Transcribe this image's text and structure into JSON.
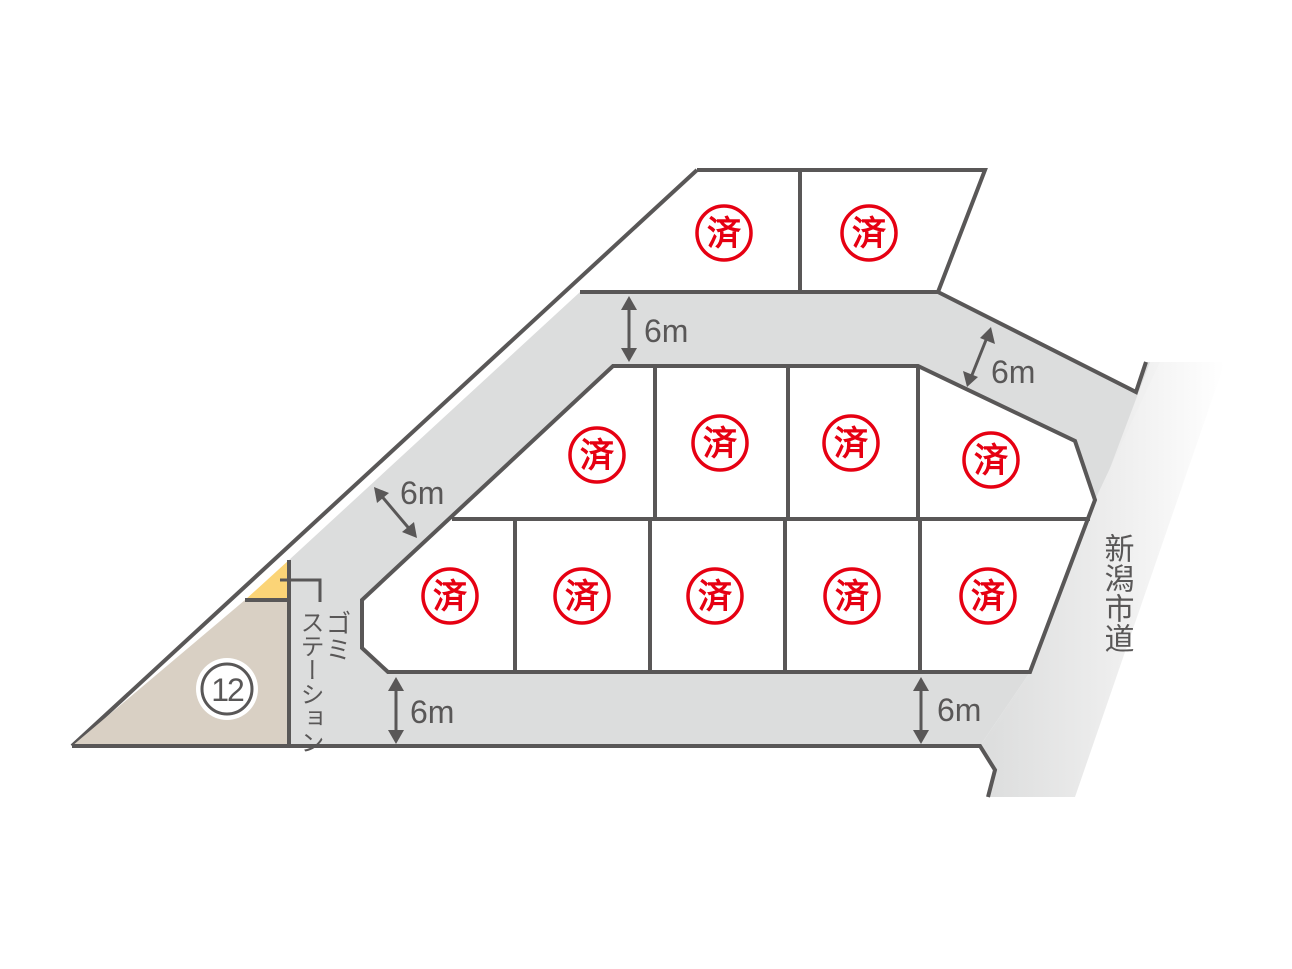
{
  "title": "区画図",
  "road_width_labels": [
    "6m",
    "6m",
    "6m",
    "6m",
    "6m"
  ],
  "city_road_label": "新潟市道",
  "garbage_station": {
    "line1": "ゴミ",
    "line2": "ステーション"
  },
  "available_lot": {
    "number": "12",
    "fill_color": "#d9d0c4"
  },
  "garbage_station_color": "#fbd477",
  "sold_stamp_text": "済",
  "sold_color": "#e60012",
  "sold_lots_count": 11,
  "road_color": "#dcdddd"
}
